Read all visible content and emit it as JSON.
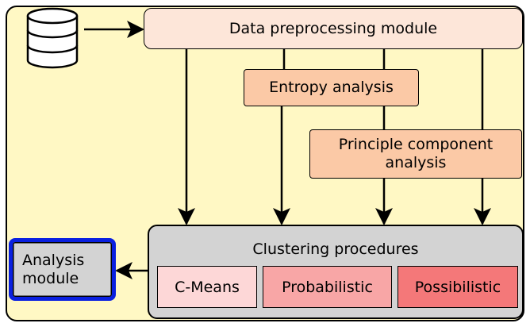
{
  "nodes": {
    "preprocessing": "Data preprocessing module",
    "entropy": "Entropy analysis",
    "pca": "Principle component analysis",
    "clustering": "Clustering procedures",
    "cmeans": "C-Means",
    "probabilistic": "Probabilistic",
    "possibilistic": "Possibilistic",
    "analysis": "Analysis module"
  },
  "icons": {
    "database": "database-icon"
  },
  "colors": {
    "background": "#fff8c4",
    "preprocessing": "#fde6d9",
    "analysis_steps": "#fbc9a6",
    "clustering": "#d3d3d3",
    "cmeans": "#fdd7d7",
    "probabilistic": "#f8a6a6",
    "possibilistic": "#f47879",
    "analysis_border": "#0a20e0"
  }
}
